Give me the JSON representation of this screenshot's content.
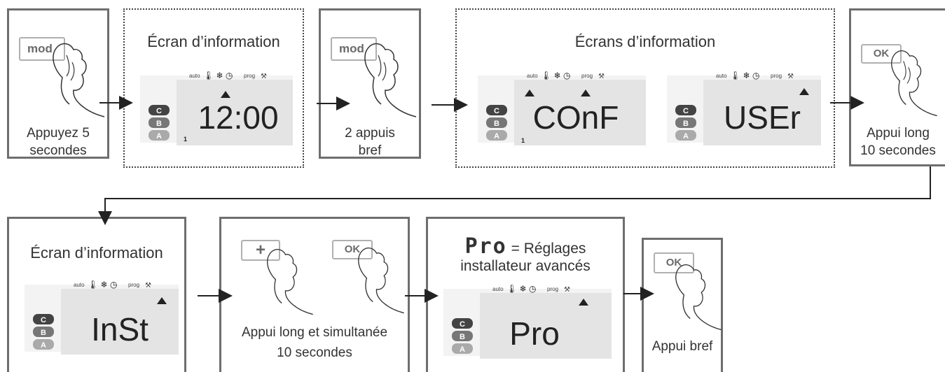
{
  "steps_row1": [
    {
      "button": "mod",
      "caption": [
        "Appuyez 5",
        "secondes"
      ]
    },
    {
      "title": "Écran d’information",
      "lcd_text": "12:00",
      "lcd_small": "1"
    },
    {
      "button": "mod",
      "caption": [
        "2 appuis",
        "bref"
      ]
    },
    {
      "title": "Écrans d’information",
      "lcd1_text": "COnF",
      "lcd1_small": "1",
      "lcd2_text": "USEr"
    },
    {
      "button": "OK",
      "caption": [
        "Appui long",
        "10 secondes"
      ]
    }
  ],
  "steps_row2": [
    {
      "title": "Écran d’information",
      "lcd_text": "InSt"
    },
    {
      "button1": "+",
      "button2": "OK",
      "caption": [
        "Appui long et simultanée",
        "10 secondes"
      ]
    },
    {
      "pro_label": "Pro",
      "title_line1": "= Réglages",
      "title_line2": "installateur avancés",
      "lcd_text": "Pro"
    },
    {
      "button": "OK",
      "caption": [
        "Appui bref"
      ]
    }
  ],
  "lcd_icons": {
    "auto": "auto",
    "prog": "prog",
    "thermo_icon": "thermometer-icon",
    "snow_icon": "snowflake-icon",
    "clock_icon": "clock-icon",
    "wrench_icon": "wrench-icon"
  },
  "mode_labels": [
    "C",
    "B",
    "A"
  ],
  "colors": {
    "border": "#6e6e6e",
    "lcd_bg": "#e6e6e6",
    "lcd_frame": "#f2f2f2",
    "dark_badge": "#444444",
    "mid_badge": "#777777",
    "light_badge": "#aaaaaa"
  }
}
